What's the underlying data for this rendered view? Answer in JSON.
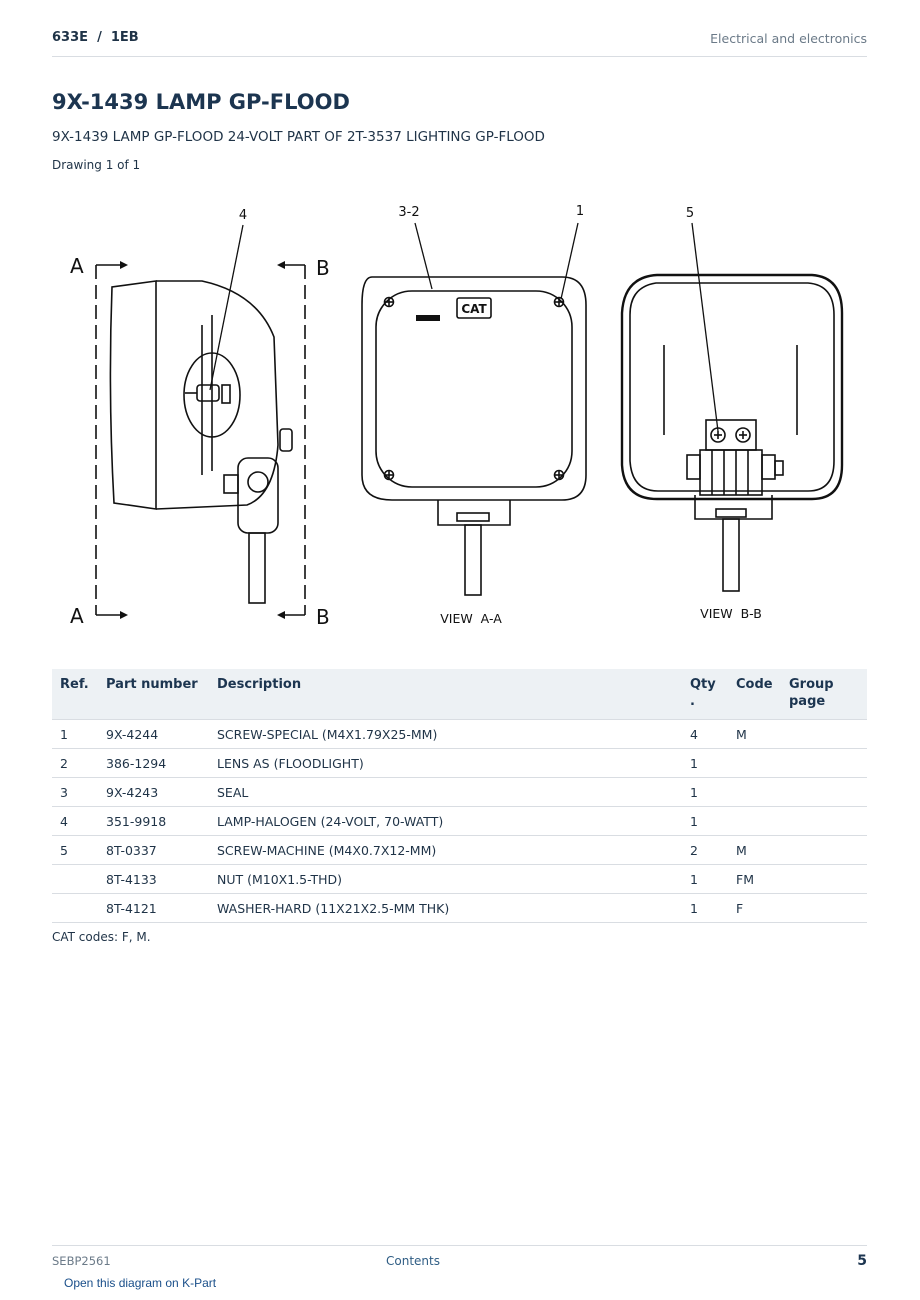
{
  "header": {
    "model": "633E  /  1EB",
    "section": "Electrical and electronics"
  },
  "title": "9X-1439 LAMP GP-FLOOD",
  "subtitle": "9X-1439 LAMP GP-FLOOD 24-VOLT PART OF 2T-3537 LIGHTING GP-FLOOD",
  "drawing_label": "Drawing 1 of 1",
  "drawing": {
    "callouts": [
      "4",
      "3-2",
      "1",
      "5"
    ],
    "section_marks": [
      "A",
      "A",
      "B",
      "B"
    ],
    "view_labels": [
      "VIEW  A-A",
      "VIEW  B-B"
    ],
    "logo_text": "CAT"
  },
  "table": {
    "headers": {
      "ref": "Ref.",
      "part": "Part number",
      "desc": "Description",
      "qty": "Qty\n.",
      "code": "Code",
      "group": "Group page"
    },
    "rows": [
      {
        "ref": "1",
        "part": "9X-4244",
        "desc": "SCREW-SPECIAL (M4X1.79X25-MM)",
        "qty": "4",
        "code": "M",
        "group": ""
      },
      {
        "ref": "2",
        "part": "386-1294",
        "desc": "LENS AS (FLOODLIGHT)",
        "qty": "1",
        "code": "",
        "group": ""
      },
      {
        "ref": "3",
        "part": "9X-4243",
        "desc": "SEAL",
        "qty": "1",
        "code": "",
        "group": ""
      },
      {
        "ref": "4",
        "part": "351-9918",
        "desc": "LAMP-HALOGEN (24-VOLT, 70-WATT)",
        "qty": "1",
        "code": "",
        "group": ""
      },
      {
        "ref": "5",
        "part": "8T-0337",
        "desc": "SCREW-MACHINE (M4X0.7X12-MM)",
        "qty": "2",
        "code": "M",
        "group": ""
      },
      {
        "ref": "",
        "part": "8T-4133",
        "desc": "NUT (M10X1.5-THD)",
        "qty": "1",
        "code": "FM",
        "group": ""
      },
      {
        "ref": "",
        "part": "8T-4121",
        "desc": "WASHER-HARD (11X21X2.5-MM THK)",
        "qty": "1",
        "code": "F",
        "group": ""
      }
    ]
  },
  "cat_codes": "CAT codes: F, M.",
  "footer": {
    "doc_id": "SEBP2561",
    "contents": "Contents",
    "page": "5",
    "kpart_link": "Open this diagram on K-Part"
  }
}
